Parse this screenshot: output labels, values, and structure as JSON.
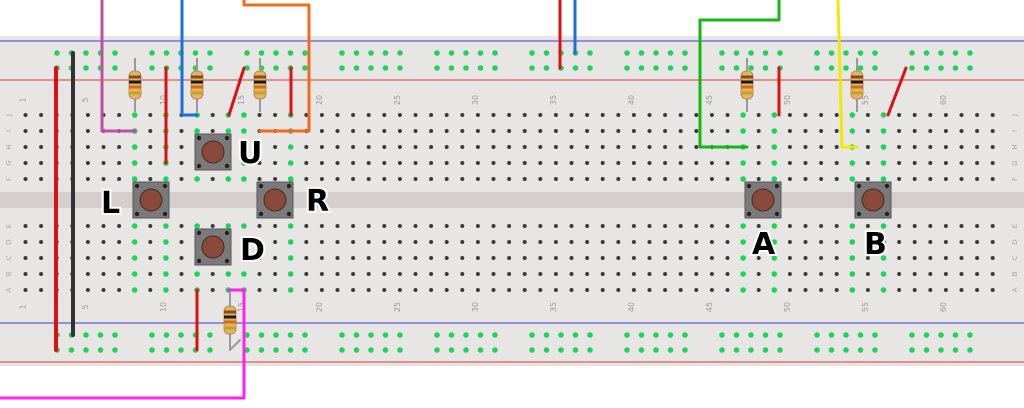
{
  "colors": {
    "board": "#e8e6e4",
    "rail_blue": "#3a3ad6",
    "rail_red": "#d83a3a",
    "hole": "#3b3b3b",
    "hole_active": "#1fd35a",
    "wire_red": "#dd1111",
    "wire_black": "#333333",
    "wire_blue": "#1e6fd8",
    "wire_orange": "#f26b1d",
    "wire_purple": "#c04fa0",
    "wire_green": "#14b814",
    "wire_yellow": "#f2e800",
    "wire_magenta": "#ff22e8",
    "button_body": "#7a7a7a",
    "button_cap": "#8a4a3a"
  },
  "column_numbers": [
    "1",
    "5",
    "10",
    "15",
    "20",
    "25",
    "30",
    "35",
    "40",
    "45",
    "50",
    "55",
    "60"
  ],
  "row_letters_top": [
    "J",
    "I",
    "H",
    "G",
    "F"
  ],
  "row_letters_bottom": [
    "E",
    "D",
    "C",
    "B",
    "A"
  ],
  "buttons": [
    {
      "label": "U"
    },
    {
      "label": "L"
    },
    {
      "label": "R"
    },
    {
      "label": "D"
    },
    {
      "label": "A"
    },
    {
      "label": "B"
    }
  ]
}
